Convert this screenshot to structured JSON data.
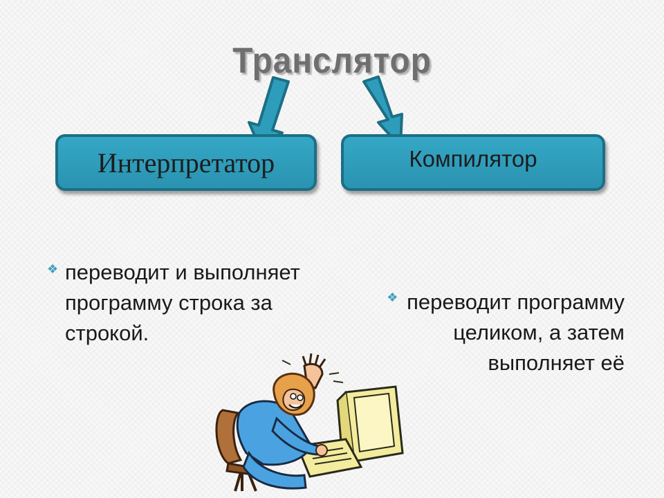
{
  "title": "Транслятор",
  "boxes": {
    "interpreter": "Интерпретатор",
    "compiler": "Компилятор"
  },
  "bullets": {
    "left": "переводит и выполняет программу строка за строкой.",
    "right": "переводит программу целиком, а затем выполняет её"
  },
  "colors": {
    "box_fill": "#2e9dbc",
    "box_border": "#1c6f84",
    "bullet_mark": "#3a9ec0",
    "title": "#6f6f6f"
  },
  "icons": {
    "bullet": "diamond-bullet-icon",
    "clipart": "person-at-computer-illustration"
  }
}
